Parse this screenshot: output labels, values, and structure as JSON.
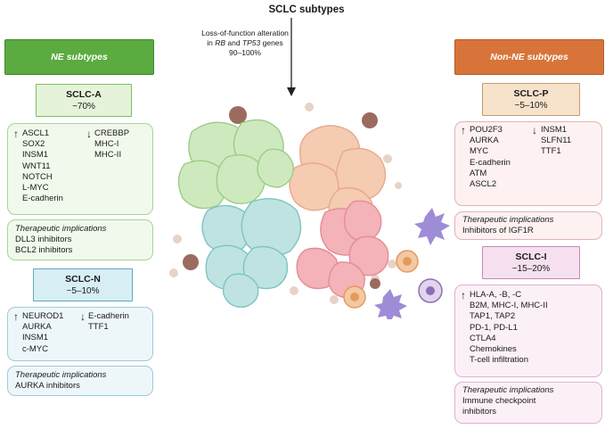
{
  "title": "SCLC subtypes",
  "subtitle": {
    "line1": "Loss-of-function alteration",
    "line2_pre": "in ",
    "line2_rb": "RB",
    "line2_mid": " and ",
    "line2_tp53": "TP53",
    "line2_post": " genes",
    "line3": "90–100%"
  },
  "ne_banner": "NE subtypes",
  "nonne_banner": "Non-NE subtypes",
  "subtypes": {
    "a": {
      "name": "SCLC-A",
      "percent": "~70%",
      "up": [
        "ASCL1",
        "SOX2",
        "INSM1",
        "WNT11",
        "NOTCH",
        "L-MYC",
        "E-cadherin"
      ],
      "down": [
        "CREBBP",
        "MHC-I",
        "MHC-II"
      ],
      "ther_heading": "Therapeutic implications",
      "ther": [
        "DLL3 inhibitors",
        "BCL2 inhibitors"
      ]
    },
    "n": {
      "name": "SCLC-N",
      "percent": "~5–10%",
      "up": [
        "NEUROD1",
        "AURKA",
        "INSM1",
        "c-MYC"
      ],
      "down": [
        "E-cadherin",
        "TTF1"
      ],
      "ther_heading": "Therapeutic implications",
      "ther": [
        "AURKA inhibitors"
      ]
    },
    "p": {
      "name": "SCLC-P",
      "percent": "~5–10%",
      "up": [
        "POU2F3",
        "AURKA",
        "MYC",
        "E-cadherin",
        "ATM",
        "ASCL2"
      ],
      "down": [
        "INSM1",
        "SLFN11",
        "TTF1"
      ],
      "ther_heading": "Therapeutic implications",
      "ther": [
        "Inhibitors of IGF1R"
      ]
    },
    "i": {
      "name": "SCLC-I",
      "percent": "~15–20%",
      "up": [
        "HLA-A, -B, -C",
        "B2M, MHC-I, MHC-II",
        "TAP1, TAP2",
        "PD-1, PD-L1",
        "CTLA4",
        "Chemokines",
        "T-cell infiltration"
      ],
      "ther_heading": "Therapeutic implications",
      "ther": [
        "Immune checkpoint",
        "inhibitors"
      ]
    }
  },
  "colors": {
    "green": "#5bab40",
    "orange": "#d8743a",
    "a_fill": "#e4f3d9",
    "a_border": "#7fbf62",
    "n_fill": "#d7eef5",
    "n_border": "#5fa8bd",
    "p_fill": "#f7e2cc",
    "p_border": "#c89a6a",
    "i_fill": "#f6e0ef",
    "i_border": "#c48ab0"
  },
  "icons": {
    "up": "up-arrow-icon",
    "down": "down-arrow-icon"
  }
}
